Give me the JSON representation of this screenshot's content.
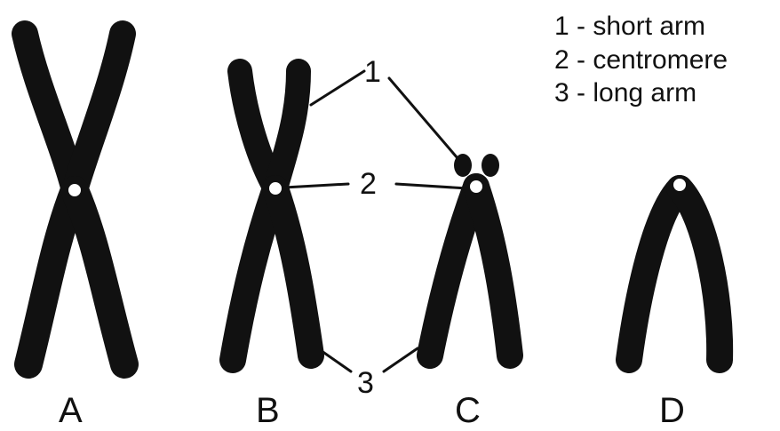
{
  "legend": {
    "items": [
      "1 - short arm",
      "2 - centromere",
      "3 - long arm"
    ]
  },
  "callouts": {
    "short_arm": "1",
    "centromere": "2",
    "long_arm": "3"
  },
  "chromosomes": [
    {
      "label": "A"
    },
    {
      "label": "B"
    },
    {
      "label": "C"
    },
    {
      "label": "D"
    }
  ]
}
